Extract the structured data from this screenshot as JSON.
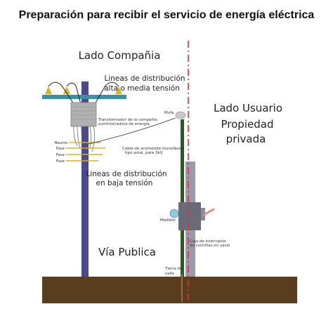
{
  "title": "Preparación para recibir el servicio de energía eléctrica",
  "zones": {
    "company": "Lado Compañia",
    "user": "Lado Usuario",
    "private_line1": "Propiedad",
    "private_line2": "privada",
    "public": "Vía Publica"
  },
  "labels": {
    "hv_lines_1": "Lineas de distribución",
    "hv_lines_2": "alta o media tensión",
    "lv_lines_1": "Lineas de distribución",
    "lv_lines_2": "en baja tensión",
    "transformer_1": "Transformador de la compañía",
    "transformer_2": "suministradora de energía.",
    "mufa": "Mufa",
    "cable_1": "Cable de acometida monofásica",
    "cable_2": "tipo axial, para 3kV.",
    "meter": "Medidor",
    "switch_1": "Caja de interruptor",
    "switch_2": "de cuchillas en vacio",
    "ground_1": "Tierra de",
    "ground_2": "calle"
  },
  "wires": [
    "Neutro",
    "Fase",
    "Fase",
    "Fase"
  ],
  "colors": {
    "pole": "#4a4a8c",
    "crossarm": "#3a8fa0",
    "insulator": "#e0b020",
    "transformer": "#b0b0b0",
    "ground": "#5a3c1e",
    "property_line": "#e03030",
    "service_mast": "#2d5a1e",
    "wall": "#9a9aa8",
    "meter_box": "#6a6a78",
    "meter_glass": "#90c8e0",
    "switch_handle": "#e88a8a"
  }
}
